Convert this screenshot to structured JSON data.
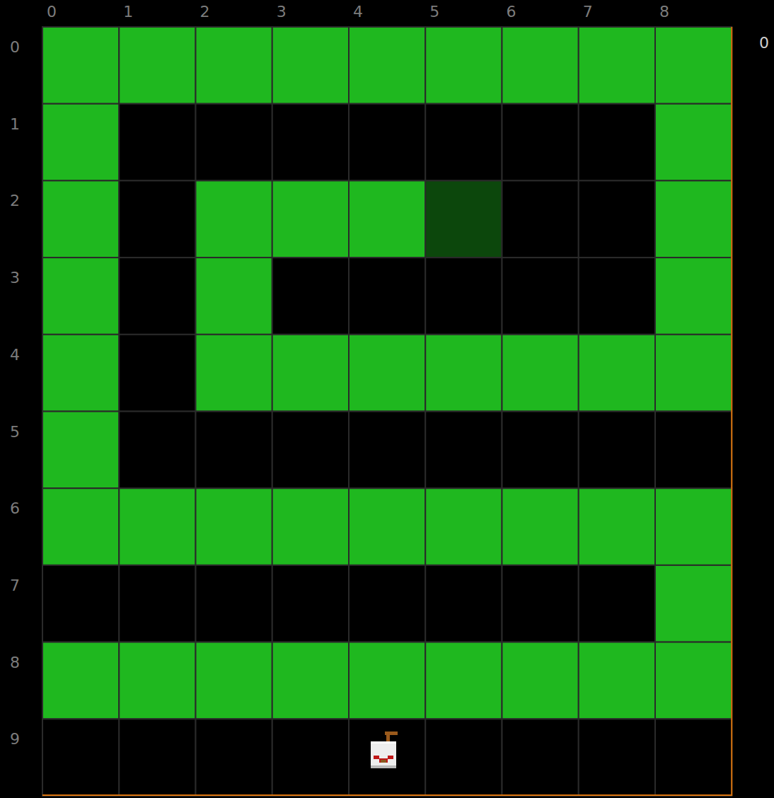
{
  "diagram": {
    "labels": [
      "0",
      "1",
      "2",
      "3",
      "4",
      "5",
      "6",
      "7",
      "8",
      "0",
      "1",
      "2",
      "3",
      "4",
      "5",
      "6",
      "7",
      "8",
      "9",
      "0"
    ]
  }
}
